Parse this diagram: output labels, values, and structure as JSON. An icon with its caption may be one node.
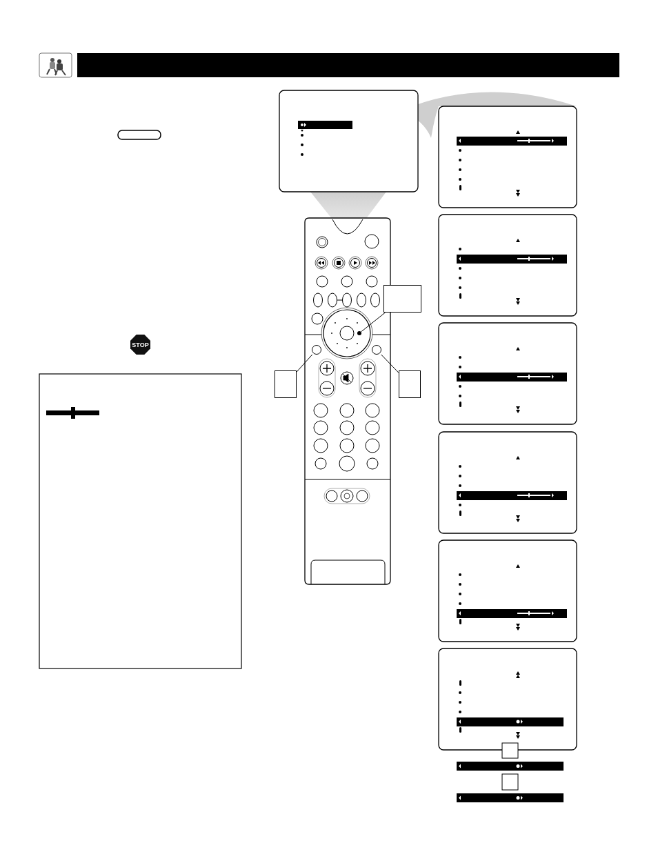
{
  "diagram": {
    "nodes": [
      {
        "text": [],
        "shape": "box"
      },
      {
        "text": [],
        "shape": "box"
      },
      {
        "text": [],
        "shape": "box"
      },
      {
        "text": [],
        "shape": "circle"
      },
      {
        "text": [],
        "shape": "circle"
      },
      {
        "text": [],
        "shape": "circle"
      }
    ],
    "edges": [
      {
        "from": 0,
        "to": 3,
        "arrow": "none"
      },
      {
        "from": 1,
        "to": 4,
        "arrow": "none"
      },
      {
        "from": 2,
        "to": 5,
        "arrow": "none"
      }
    ],
    "labels": [
      "STOP"
    ]
  }
}
